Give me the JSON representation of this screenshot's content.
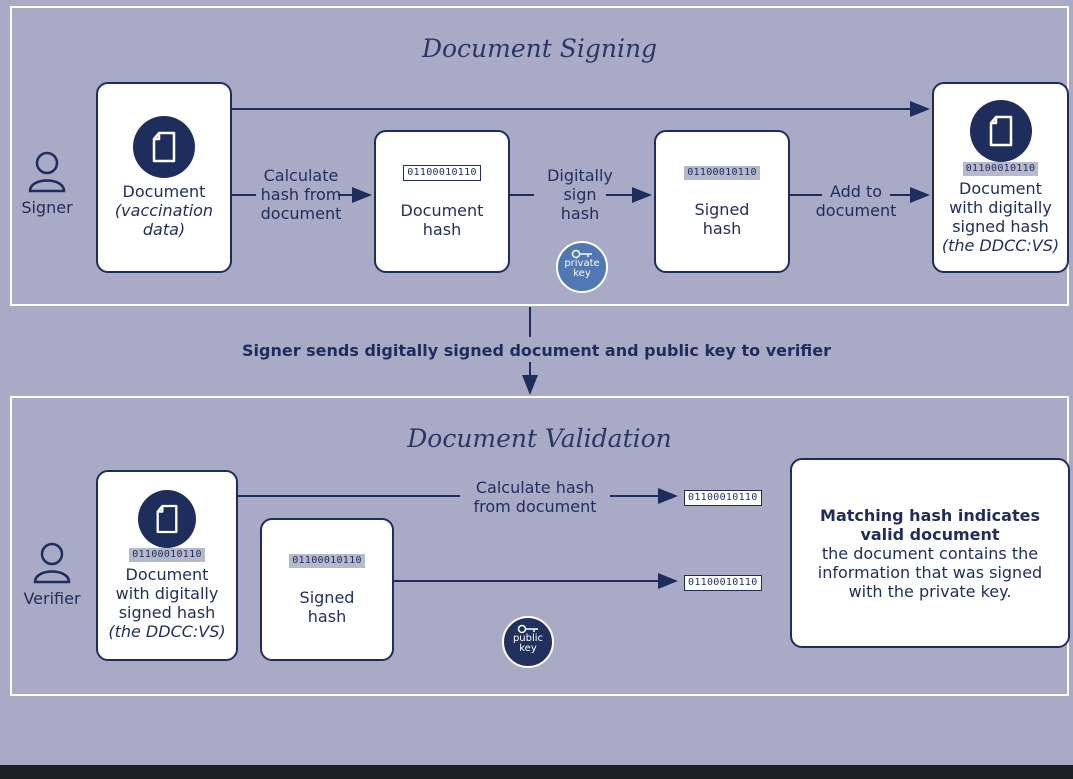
{
  "signing": {
    "title": "Document Signing",
    "signer_label": "Signer",
    "document_box": {
      "line1": "Document",
      "line2": "(vaccination",
      "line3": "data)"
    },
    "calc_hash_label": {
      "line1": "Calculate",
      "line2": "hash from",
      "line3": "document"
    },
    "doc_hash_box": {
      "hash": "01100010110",
      "line1": "Document",
      "line2": "hash"
    },
    "sign_label": {
      "line1": "Digitally",
      "line2": "sign",
      "line3": "hash"
    },
    "private_key": {
      "line1": "private",
      "line2": "key"
    },
    "signed_hash_box": {
      "hash": "01100010110",
      "line1": "Signed",
      "line2": "hash"
    },
    "add_label": {
      "line1": "Add to",
      "line2": "document"
    },
    "final_box": {
      "hash": "01100010110",
      "line1": "Document",
      "line2": "with digitally",
      "line3": "signed hash",
      "line4": "(the DDCC:VS)"
    }
  },
  "transfer_text": "Signer sends digitally signed document and public key to verifier",
  "validation": {
    "title": "Document Validation",
    "verifier_label": "Verifier",
    "doc_box": {
      "hash": "01100010110",
      "line1": "Document",
      "line2": "with digitally",
      "line3": "signed hash",
      "line4": "(the DDCC:VS)"
    },
    "signed_hash_box": {
      "hash": "01100010110",
      "line1": "Signed",
      "line2": "hash"
    },
    "calc_label": {
      "line1": "Calculate hash",
      "line2": "from document"
    },
    "public_key": {
      "line1": "public",
      "line2": "key"
    },
    "hash_top": "01100010110",
    "hash_bottom": "01100010110",
    "result": {
      "title_line1": "Matching hash indicates",
      "title_line2": "valid document",
      "line1": "the document contains the",
      "line2": "information that was signed",
      "line3": "with the private key."
    }
  },
  "colors": {
    "background": "#a9abc6",
    "navy": "#1f2d5c",
    "private_key": "#4f78b4",
    "public_key": "#22305e"
  }
}
